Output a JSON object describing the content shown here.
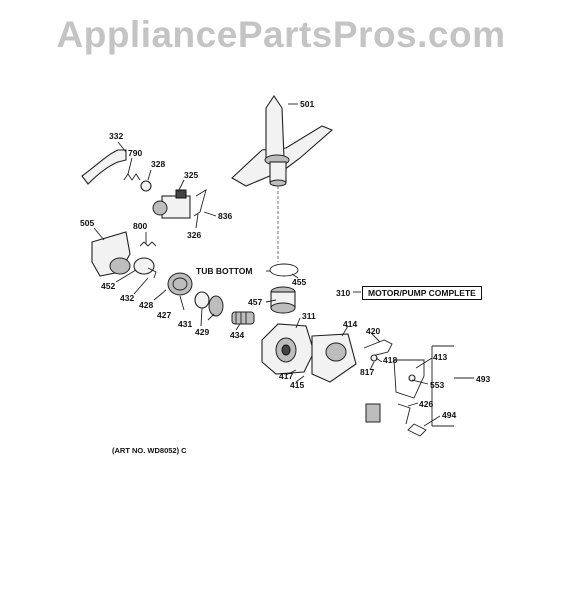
{
  "watermark": "AppliancePartsPros.com",
  "callouts": {
    "c501": "501",
    "c332": "332",
    "c790": "790",
    "c328": "328",
    "c325": "325",
    "c836": "836",
    "c326": "326",
    "c505": "505",
    "c800": "800",
    "c452": "452",
    "c432": "432",
    "c428": "428",
    "c427": "427",
    "c431": "431",
    "c429": "429",
    "c434": "434",
    "c457": "457",
    "c455": "455",
    "c310": "310",
    "c311": "311",
    "c414": "414",
    "c420": "420",
    "c418": "418",
    "c817": "817",
    "c417": "417",
    "c415": "415",
    "c413": "413",
    "c553": "553",
    "c493": "493",
    "c426": "426",
    "c494": "494"
  },
  "labels": {
    "tub_bottom": "TUB BOTTOM",
    "motor_pump": "MOTOR/PUMP COMPLETE",
    "art_no": "(ART NO. WD8052) C"
  }
}
